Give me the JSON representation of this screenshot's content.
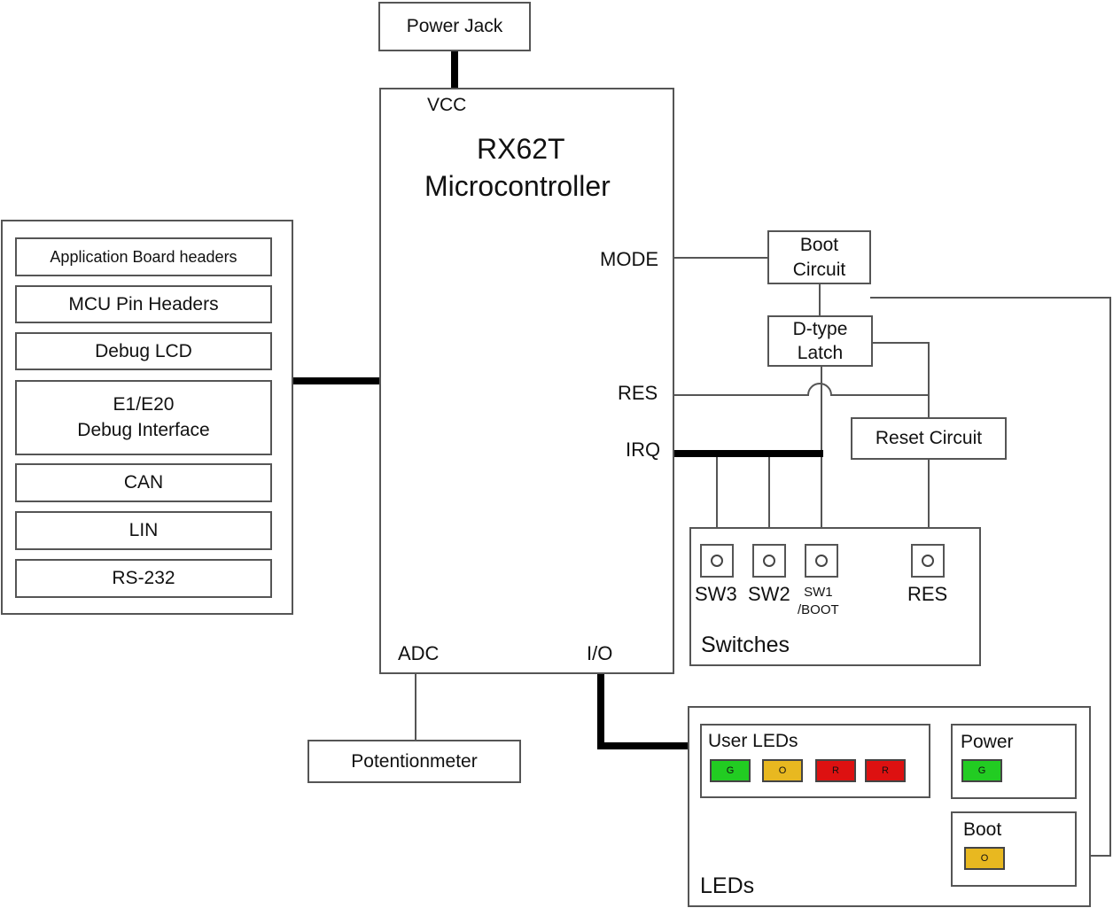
{
  "mcu": {
    "title_line1": "RX62T",
    "title_line2": "Microcontroller",
    "pins": {
      "vcc": "VCC",
      "mode": "MODE",
      "res": "RES",
      "irq": "IRQ",
      "adc": "ADC",
      "io": "I/O"
    }
  },
  "power_jack": "Power Jack",
  "headers": [
    "Application Board headers",
    "MCU Pin Headers",
    "Debug LCD",
    "E1/E20\nDebug Interface",
    "CAN",
    "LIN",
    "RS-232"
  ],
  "boot_circuit": "Boot\nCircuit",
  "latch": "D-type\nLatch",
  "reset_circuit": "Reset Circuit",
  "switches": {
    "title": "Switches",
    "items": [
      {
        "label": "SW3"
      },
      {
        "label": "SW2"
      },
      {
        "label": "SW1\n/BOOT"
      },
      {
        "label": "RES"
      }
    ]
  },
  "potentiometer": "Potentionmeter",
  "leds": {
    "title": "LEDs",
    "user": {
      "title": "User LEDs",
      "items": [
        {
          "letter": "G",
          "color": "#22cc22"
        },
        {
          "letter": "O",
          "color": "#e8b820"
        },
        {
          "letter": "R",
          "color": "#dd1111"
        },
        {
          "letter": "R",
          "color": "#dd1111"
        }
      ]
    },
    "power": {
      "title": "Power",
      "letter": "G",
      "color": "#22cc22"
    },
    "boot": {
      "title": "Boot",
      "letter": "O",
      "color": "#e8b820"
    }
  }
}
